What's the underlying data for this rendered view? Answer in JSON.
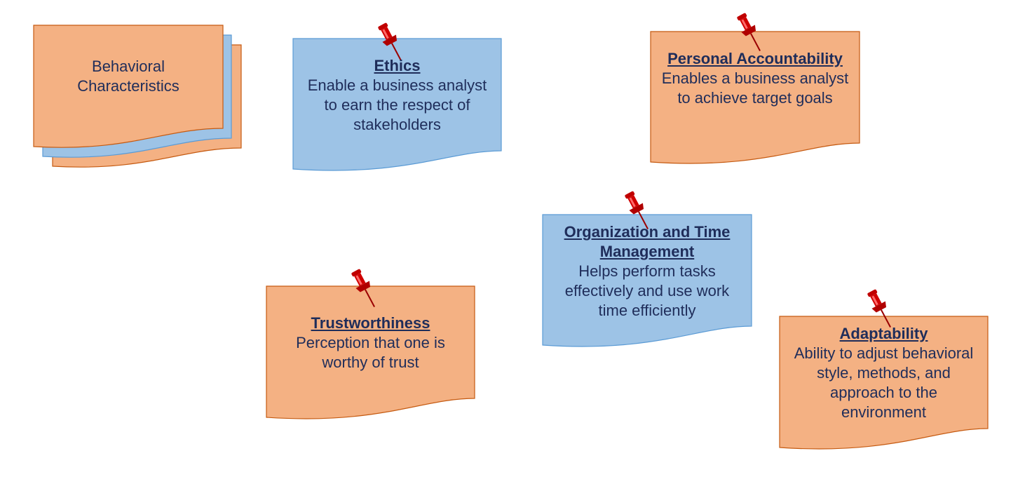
{
  "colors": {
    "orange_fill": "#f4b183",
    "orange_stroke": "#c55a11",
    "blue_fill": "#9dc3e6",
    "blue_stroke": "#5b9bd5",
    "text": "#1f2d5a",
    "pin": "#c00000"
  },
  "header_card": {
    "line1": "Behavioral",
    "line2": "Characteristics"
  },
  "notes": {
    "ethics": {
      "title": "Ethics",
      "body": "Enable a business analyst to earn the respect of stakeholders"
    },
    "accountability": {
      "title": "Personal Accountability",
      "body": "Enables a business analyst to achieve target goals"
    },
    "organization": {
      "title": "Organization and Time Management",
      "body": "Helps perform tasks effectively and use work time efficiently"
    },
    "trust": {
      "title": "Trustworthiness",
      "body": "Perception that one is worthy of trust"
    },
    "adapt": {
      "title": "Adaptability",
      "body": "Ability to adjust behavioral style, methods, and approach to the environment"
    }
  },
  "icons": [
    "pushpin-icon"
  ]
}
